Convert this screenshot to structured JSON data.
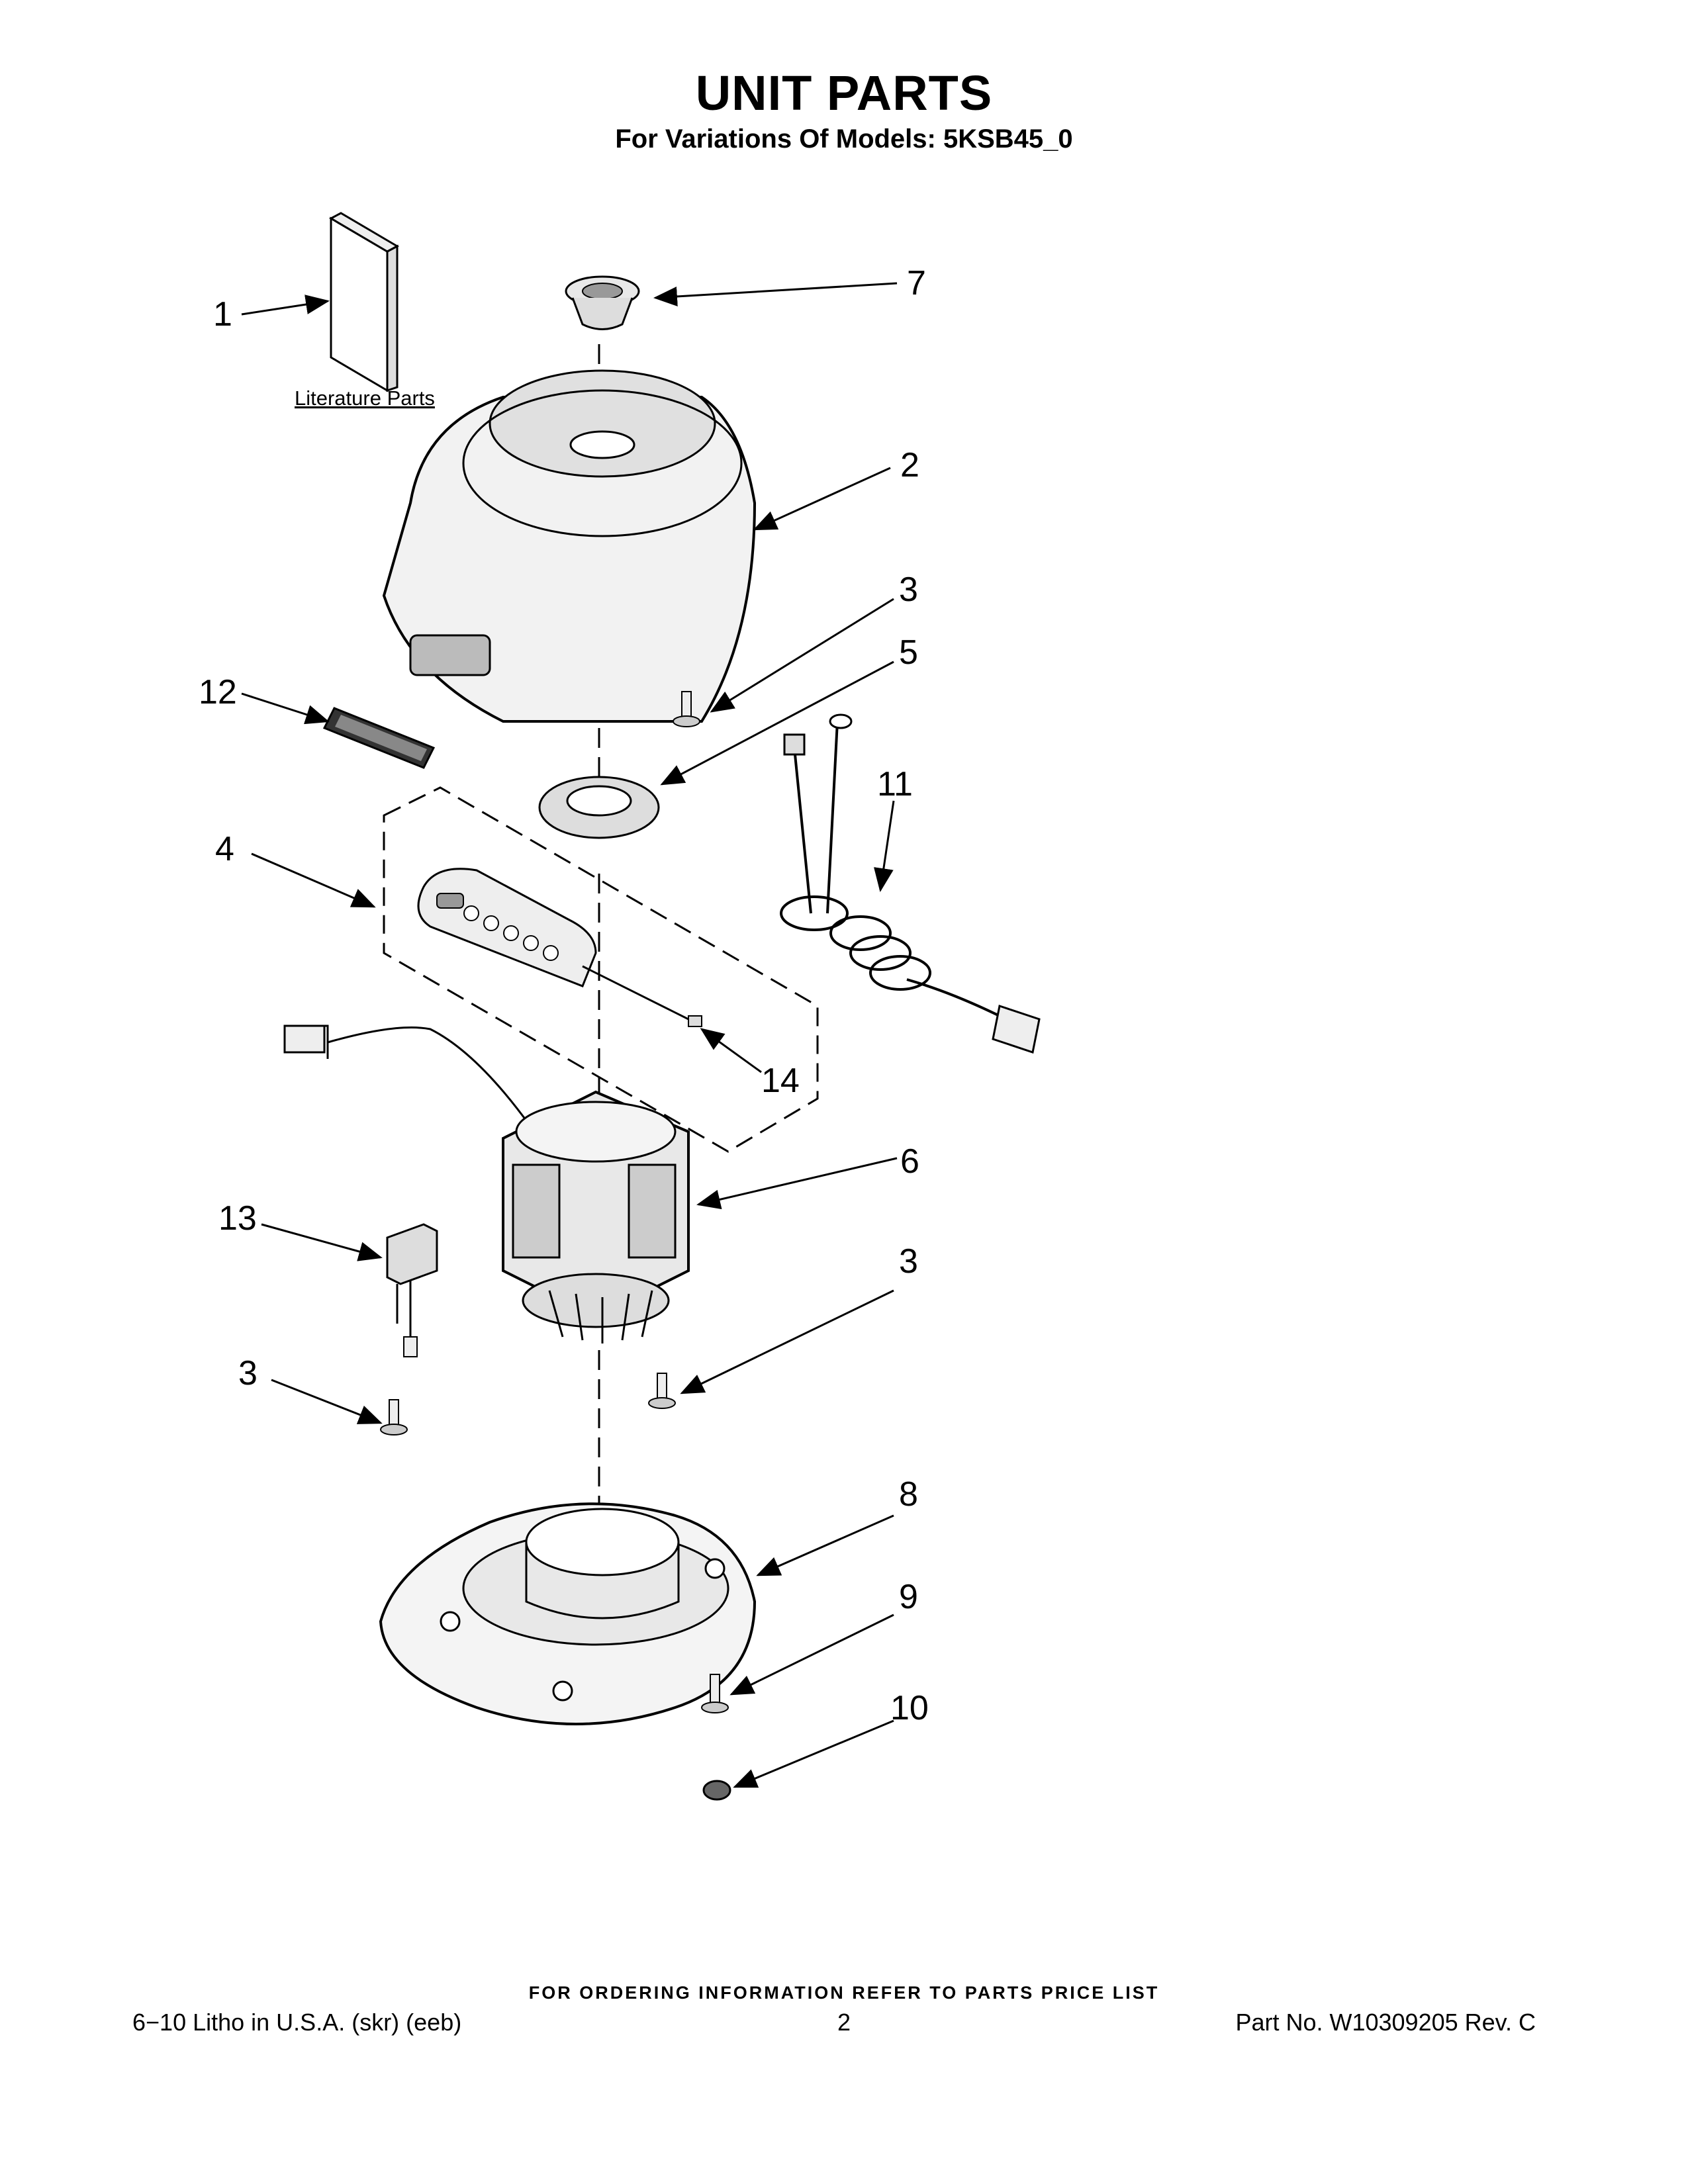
{
  "header": {
    "title": "UNIT PARTS",
    "subtitle": "For Variations Of Models: 5KSB45_0"
  },
  "diagram": {
    "literature_label": "Literature Parts",
    "callouts": [
      "1",
      "7",
      "2",
      "3",
      "5",
      "12",
      "11",
      "4",
      "14",
      "6",
      "13",
      "3",
      "3",
      "8",
      "9",
      "10"
    ]
  },
  "footer": {
    "ordering_info": "FOR ORDERING INFORMATION REFER TO PARTS PRICE LIST",
    "print_info": "6−10 Litho in U.S.A. (skr) (eeb)",
    "page_number": "2",
    "part_number": "Part No. W10309205 Rev. C"
  }
}
